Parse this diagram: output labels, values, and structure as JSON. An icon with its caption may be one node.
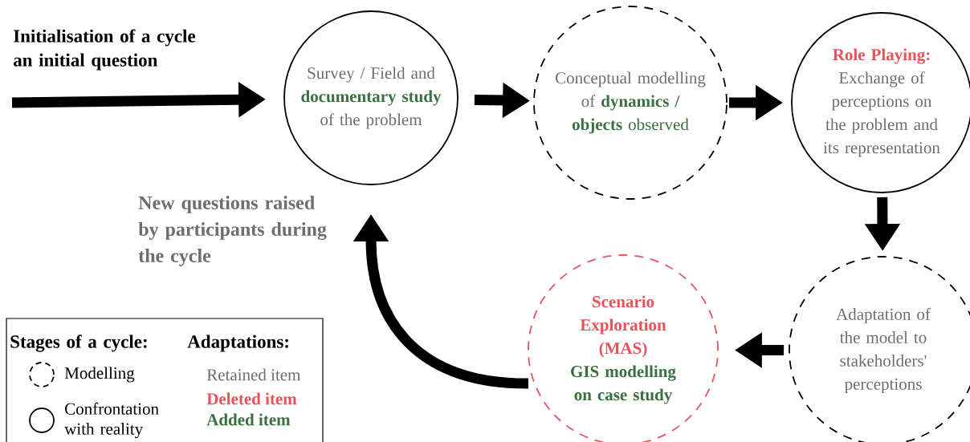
{
  "diagram": {
    "nodes": [
      {
        "text": [
          "Survey / Field and",
          "documentary study",
          "of the problem"
        ]
      },
      {
        "text": [
          "Conceptual modelling of",
          "dynamics / objects",
          "observed"
        ]
      },
      {
        "text": [
          "Role Playing:",
          "Exchange of perceptions on the problem and its representation"
        ]
      },
      {
        "text": [
          "Adaptation of the model to stakeholders' perceptions"
        ]
      },
      {
        "text": [
          "Scenario Exploration (MAS)",
          "GIS modelling on case study"
        ]
      }
    ],
    "edges": [
      {
        "from": null,
        "to": 0,
        "arrow": "to"
      },
      {
        "from": 0,
        "to": 1,
        "arrow": "to"
      },
      {
        "from": 1,
        "to": 2,
        "arrow": "to"
      },
      {
        "from": 2,
        "to": 3,
        "arrow": "to"
      },
      {
        "from": 3,
        "to": 4,
        "arrow": "to"
      },
      {
        "from": 4,
        "to": 0,
        "arrow": "to"
      }
    ],
    "labels": [
      "Initialisation of a cycle",
      "an initial question",
      "New questions raised by participants during the cycle",
      "Stages of a cycle:",
      "Adaptations:"
    ],
    "legend": [
      {
        "text": "Modelling"
      },
      {
        "text": "Confrontation with reality"
      },
      {
        "text": "Retained item",
        "color": "#6d6d6d"
      },
      {
        "text": "Deleted item",
        "color": "#e8525a"
      },
      {
        "text": "Added item",
        "color": "#3a7040"
      }
    ]
  }
}
